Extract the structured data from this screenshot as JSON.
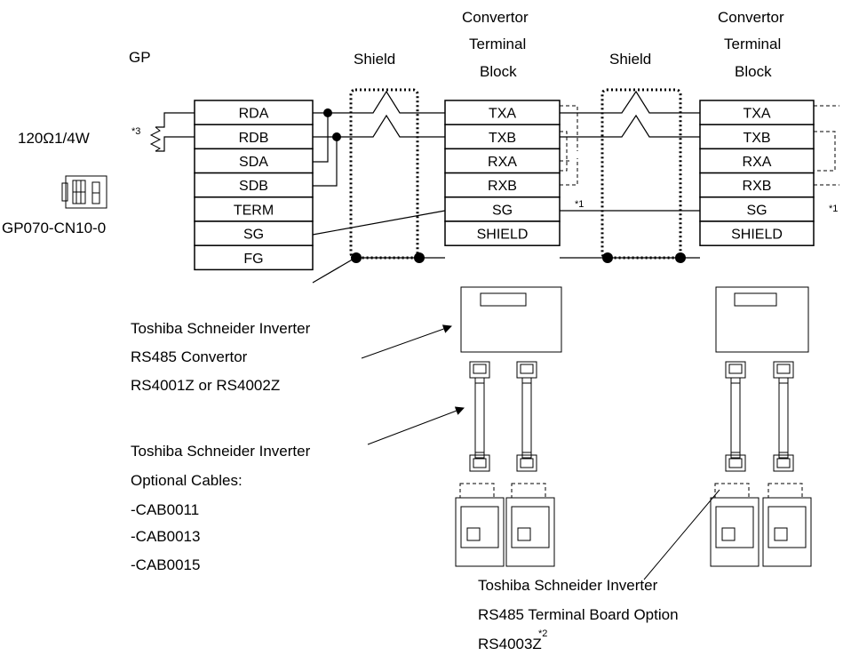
{
  "headers": {
    "gp": "GP",
    "shield1": "Shield",
    "conv1": [
      "Convertor",
      "Terminal",
      "Block"
    ],
    "shield2": "Shield",
    "conv2": [
      "Convertor",
      "Terminal",
      "Block"
    ]
  },
  "gp_terminals": [
    "RDA",
    "RDB",
    "SDA",
    "SDB",
    "TERM",
    "SG",
    "FG"
  ],
  "conv1_terminals": [
    "TXA",
    "TXB",
    "RXA",
    "RXB",
    "SG",
    "SHIELD"
  ],
  "conv2_terminals": [
    "TXA",
    "TXB",
    "RXA",
    "RXB",
    "SG",
    "SHIELD"
  ],
  "resistor": {
    "label": "120Ω1/4W",
    "note": "*3"
  },
  "connector_label": "GP070-CN10-0",
  "notes": {
    "n1a": "*1",
    "n1b": "*1"
  },
  "callouts": {
    "convertor": [
      "Toshiba Schneider Inverter",
      "RS485 Convertor",
      "RS4001Z or RS4002Z"
    ],
    "cables": [
      "Toshiba Schneider Inverter",
      "Optional Cables:",
      "-CAB0011",
      "-CAB0013",
      "-CAB0015"
    ],
    "terminal_board": [
      "Toshiba Schneider Inverter",
      "RS485 Terminal Board Option",
      "RS4003Z"
    ],
    "terminal_board_note": "*2"
  }
}
